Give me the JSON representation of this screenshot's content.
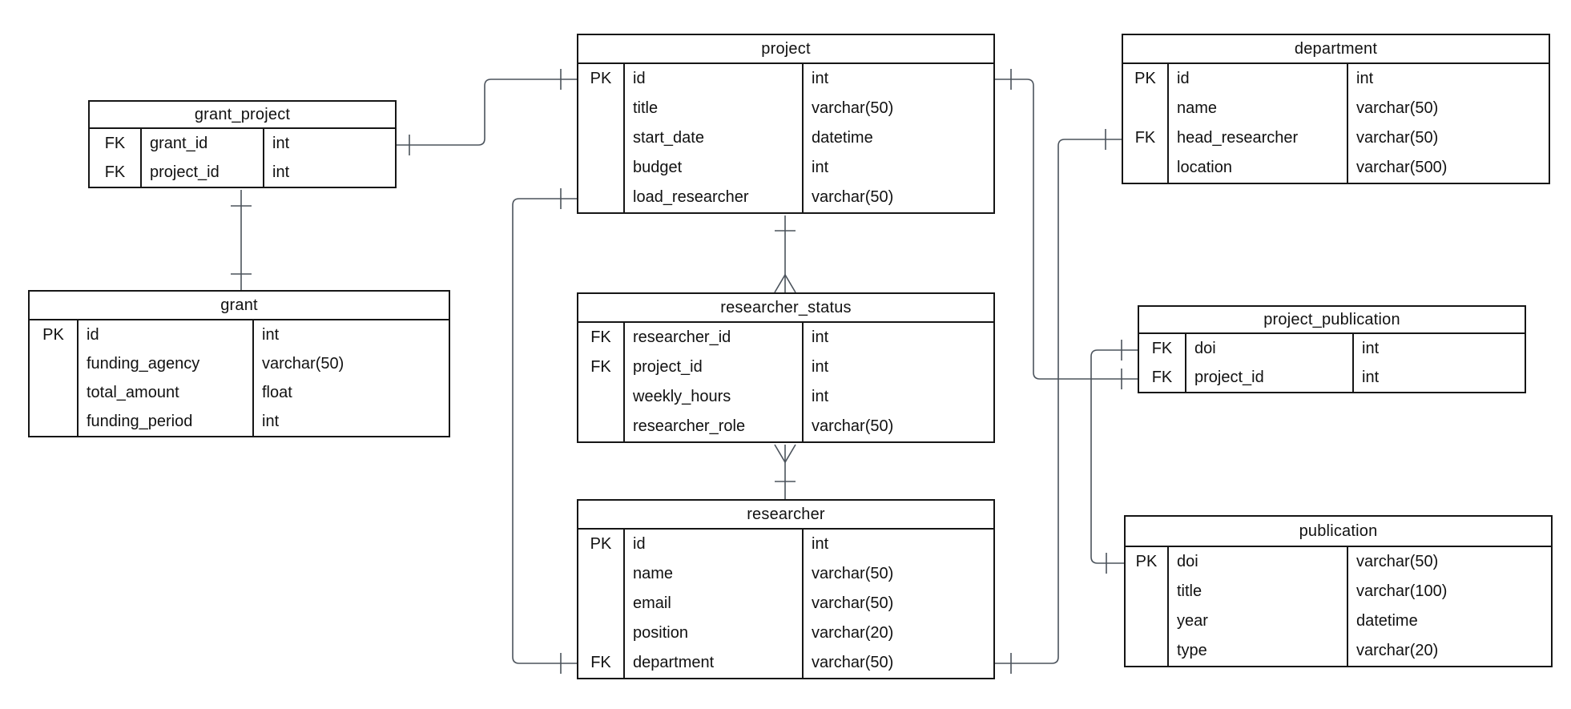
{
  "diagram": {
    "type": "entity-relationship-diagram",
    "background_color": "#ffffff",
    "table_border_color": "#161616",
    "connector_color": "#4b535c",
    "text_color": "#111111"
  },
  "tables": [
    {
      "id": "grant_project",
      "title": "grant_project",
      "rows": [
        {
          "key": "FK",
          "name": "grant_id",
          "type": "int"
        },
        {
          "key": "FK",
          "name": "project_id",
          "type": "int"
        }
      ]
    },
    {
      "id": "project",
      "title": "project",
      "rows": [
        {
          "key": "PK",
          "name": "id",
          "type": "int"
        },
        {
          "key": "",
          "name": "title",
          "type": "varchar(50)"
        },
        {
          "key": "",
          "name": "start_date",
          "type": "datetime"
        },
        {
          "key": "",
          "name": "budget",
          "type": "int"
        },
        {
          "key": "",
          "name": "load_researcher",
          "type": "varchar(50)"
        }
      ]
    },
    {
      "id": "department",
      "title": "department",
      "rows": [
        {
          "key": "PK",
          "name": "id",
          "type": "int"
        },
        {
          "key": "",
          "name": "name",
          "type": "varchar(50)"
        },
        {
          "key": "FK",
          "name": "head_researcher",
          "type": "varchar(50)"
        },
        {
          "key": "",
          "name": "location",
          "type": "varchar(500)"
        }
      ]
    },
    {
      "id": "grant",
      "title": "grant",
      "rows": [
        {
          "key": "PK",
          "name": "id",
          "type": "int"
        },
        {
          "key": "",
          "name": "funding_agency",
          "type": "varchar(50)"
        },
        {
          "key": "",
          "name": "total_amount",
          "type": "float"
        },
        {
          "key": "",
          "name": "funding_period",
          "type": "int"
        }
      ]
    },
    {
      "id": "researcher_status",
      "title": "researcher_status",
      "rows": [
        {
          "key": "FK",
          "name": "researcher_id",
          "type": "int"
        },
        {
          "key": "FK",
          "name": "project_id",
          "type": "int"
        },
        {
          "key": "",
          "name": "weekly_hours",
          "type": "int"
        },
        {
          "key": "",
          "name": "researcher_role",
          "type": "varchar(50)"
        }
      ]
    },
    {
      "id": "project_publication",
      "title": "project_publication",
      "rows": [
        {
          "key": "FK",
          "name": "doi",
          "type": "int"
        },
        {
          "key": "FK",
          "name": "project_id",
          "type": "int"
        }
      ]
    },
    {
      "id": "researcher",
      "title": "researcher",
      "rows": [
        {
          "key": "PK",
          "name": "id",
          "type": "int"
        },
        {
          "key": "",
          "name": "name",
          "type": "varchar(50)"
        },
        {
          "key": "",
          "name": "email",
          "type": "varchar(50)"
        },
        {
          "key": "",
          "name": "position",
          "type": "varchar(20)"
        },
        {
          "key": "FK",
          "name": "department",
          "type": "varchar(50)"
        }
      ]
    },
    {
      "id": "publication",
      "title": "publication",
      "rows": [
        {
          "key": "PK",
          "name": "doi",
          "type": "varchar(50)"
        },
        {
          "key": "",
          "name": "title",
          "type": "varchar(100)"
        },
        {
          "key": "",
          "name": "year",
          "type": "datetime"
        },
        {
          "key": "",
          "name": "type",
          "type": "varchar(20)"
        }
      ]
    }
  ],
  "relationships": [
    {
      "from": "grant_project.grant_id",
      "to": "project.id",
      "from_cardinality": "one",
      "to_cardinality": "one"
    },
    {
      "from": "grant_project",
      "to": "grant",
      "from_cardinality": "one",
      "to_cardinality": "one"
    },
    {
      "from": "project",
      "to": "researcher_status",
      "from_cardinality": "one",
      "to_cardinality": "many"
    },
    {
      "from": "researcher_status",
      "to": "researcher",
      "from_cardinality": "many",
      "to_cardinality": "one"
    },
    {
      "from": "project.id",
      "to": "project_publication.project_id",
      "from_cardinality": "one",
      "to_cardinality": "one"
    },
    {
      "from": "researcher.department",
      "to": "department.head_researcher",
      "from_cardinality": "one",
      "to_cardinality": "one"
    },
    {
      "from": "project_publication.doi",
      "to": "publication.doi",
      "from_cardinality": "one",
      "to_cardinality": "one"
    },
    {
      "from": "project.load_researcher",
      "to": "researcher.department",
      "from_cardinality": "one",
      "to_cardinality": "one"
    }
  ]
}
